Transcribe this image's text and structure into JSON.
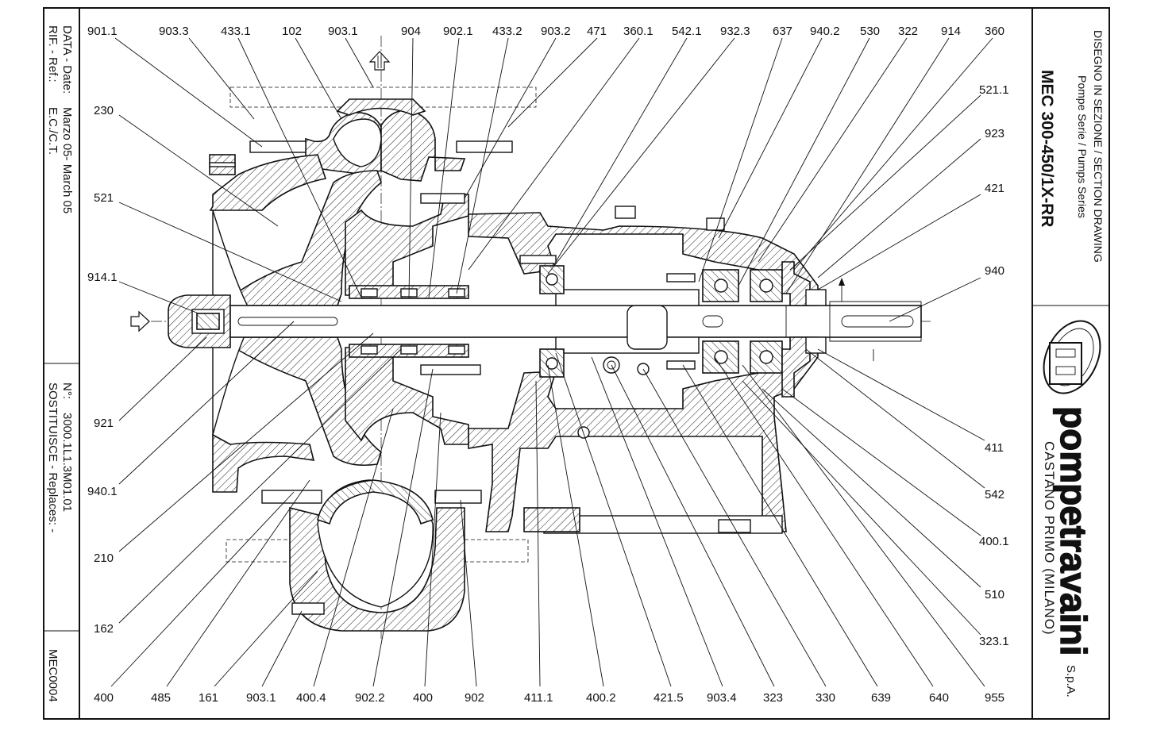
{
  "title_block": {
    "drawing_type": "DISEGNO IN SEZIONE / SECTION DRAWING",
    "series": "Pompe Serie / Pumps Series",
    "model": "MEC 300-450/1X-RR",
    "company_name": "pompetravaini",
    "company_suffix": "S.p.A.",
    "location": "CASTANO PRIMO    (MILANO)"
  },
  "left_strip": {
    "rif_label": "RIF. - Ref.:",
    "rif_value": "E.C./C.T.",
    "date_label": "DATA - Date:",
    "date_value": "Marzo 05- March 05",
    "replaces_label": "SOSTITUISCE - Replaces: -",
    "number_label": "N°:",
    "number_value": "3000.1L1.3M01.01",
    "code": "MEC0004"
  },
  "callouts_top": [
    "901.1",
    "903.3",
    "433.1",
    "102",
    "903.1",
    "904",
    "902.1",
    "433.2",
    "903.2",
    "471",
    "360.1",
    "542.1",
    "932.3",
    "637",
    "940.2",
    "530",
    "322",
    "914",
    "360"
  ],
  "callouts_bottom": [
    "400",
    "485",
    "161",
    "903.1",
    "400.4",
    "902.2",
    "400",
    "902",
    "411.1",
    "400.2",
    "421.5",
    "903.4",
    "323",
    "330",
    "639",
    "640",
    "955"
  ],
  "callouts_left": [
    "230",
    "521",
    "914.1",
    "921",
    "940.1",
    "210",
    "162"
  ],
  "callouts_right": [
    "521.1",
    "923",
    "421",
    "940",
    "411",
    "542",
    "400.1",
    "510",
    "323.1"
  ]
}
